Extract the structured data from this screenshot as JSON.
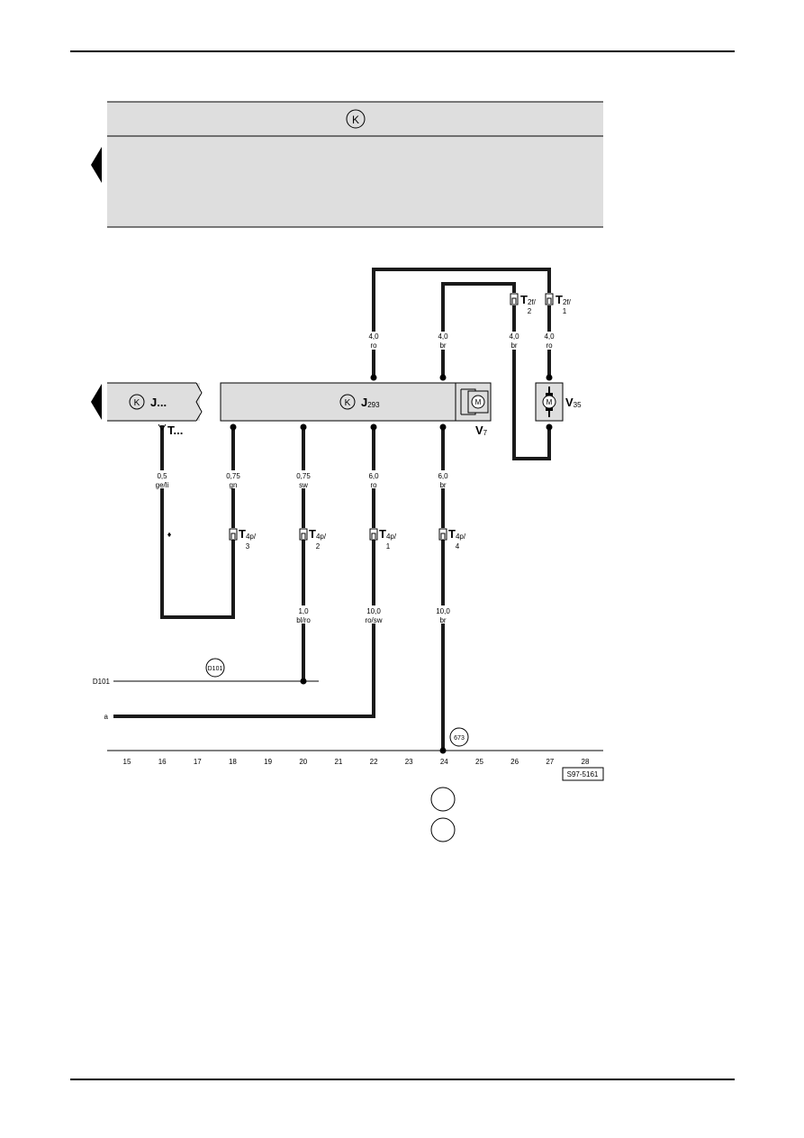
{
  "header_symbol": "K",
  "left_box": {
    "symbol": "K",
    "label": "J...",
    "connector": "T..."
  },
  "main_box": {
    "symbol": "K",
    "label": "J",
    "label_sub": "293",
    "motor_letter": "M",
    "motor_label": "V",
    "motor_sub": "7"
  },
  "motor_v35": {
    "letter": "M",
    "label": "V",
    "sub": "35"
  },
  "top_wires": [
    {
      "size": "4,0",
      "color": "ro"
    },
    {
      "size": "4,0",
      "color": "br"
    },
    {
      "size": "4,0",
      "color": "br"
    },
    {
      "size": "4,0",
      "color": "ro"
    }
  ],
  "t2f_connectors": [
    {
      "name": "T",
      "sub": "2f/",
      "pin": "2"
    },
    {
      "name": "T",
      "sub": "2f/",
      "pin": "1"
    }
  ],
  "mid_wires": [
    {
      "size": "0,5",
      "color": "ge/li"
    },
    {
      "size": "0,75",
      "color": "gn"
    },
    {
      "size": "0,75",
      "color": "sw"
    },
    {
      "size": "6,0",
      "color": "ro"
    },
    {
      "size": "6,0",
      "color": "br"
    }
  ],
  "t4p_connectors": [
    {
      "name": "T",
      "sub": "4p/",
      "pin": "3"
    },
    {
      "name": "T",
      "sub": "4p/",
      "pin": "2"
    },
    {
      "name": "T",
      "sub": "4p/",
      "pin": "1"
    },
    {
      "name": "T",
      "sub": "4p/",
      "pin": "4"
    }
  ],
  "low_wires": [
    {
      "size": "1,0",
      "color": "bl/ro"
    },
    {
      "size": "10,0",
      "color": "ro/sw"
    },
    {
      "size": "10,0",
      "color": "br"
    }
  ],
  "diamond_marker": "♦",
  "bus_d101": {
    "left_label": "D101",
    "circle_label": "D101"
  },
  "line_a": "a",
  "ground_label": "673",
  "axis_numbers": [
    "15",
    "16",
    "17",
    "18",
    "19",
    "20",
    "21",
    "22",
    "23",
    "24",
    "25",
    "26",
    "27",
    "28"
  ],
  "figure_id": "S97-5161"
}
